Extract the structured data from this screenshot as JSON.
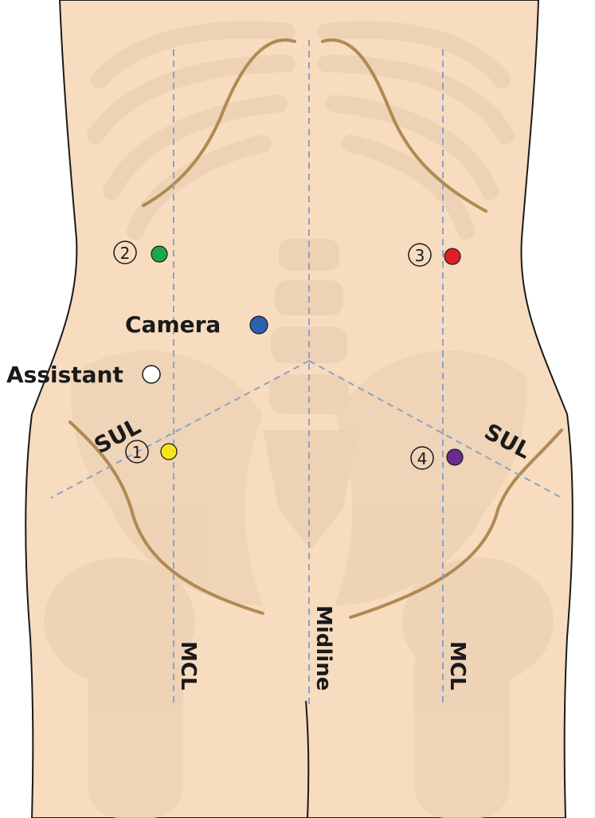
{
  "labels": {
    "camera": "Camera",
    "assistant": "Assistant",
    "sul_left": "SUL",
    "sul_right": "SUL",
    "mcl_left": "MCL",
    "midline": "Midline",
    "mcl_right": "MCL"
  },
  "ports": [
    {
      "id": "port-1",
      "number": "1",
      "color": "#f5e61c"
    },
    {
      "id": "port-2",
      "number": "2",
      "color": "#1ea845"
    },
    {
      "id": "port-3",
      "number": "3",
      "color": "#e01e28"
    },
    {
      "id": "port-4",
      "number": "4",
      "color": "#6a2c8f"
    }
  ],
  "camera_port": {
    "color": "#2e5fb0"
  },
  "assistant_port": {
    "color": "#ffffff"
  },
  "colors": {
    "skin": "#f8dcc0",
    "skin_outline": "#1a1a1a",
    "bone": "#edd2b6",
    "iliac_crest": "#b08a52",
    "guide_line": "#8aa3c2"
  }
}
